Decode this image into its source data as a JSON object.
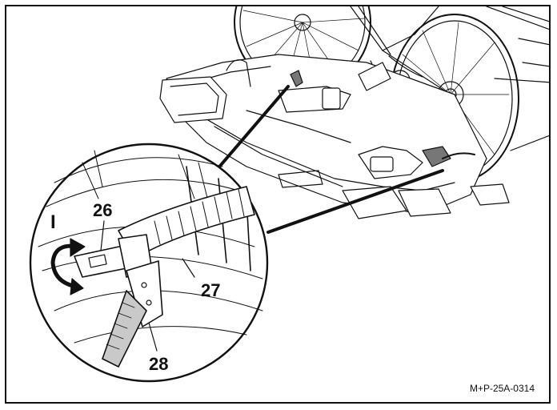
{
  "figure": {
    "callouts": {
      "strap_buckle": "26",
      "strap": "27",
      "ratchet_lever": "28",
      "direction": "I"
    },
    "reference_code": "M+P-25A-0314"
  },
  "colors": {
    "line": "#111111",
    "shade": "#777777",
    "light_shade": "#c9c9c9",
    "background": "#ffffff"
  }
}
